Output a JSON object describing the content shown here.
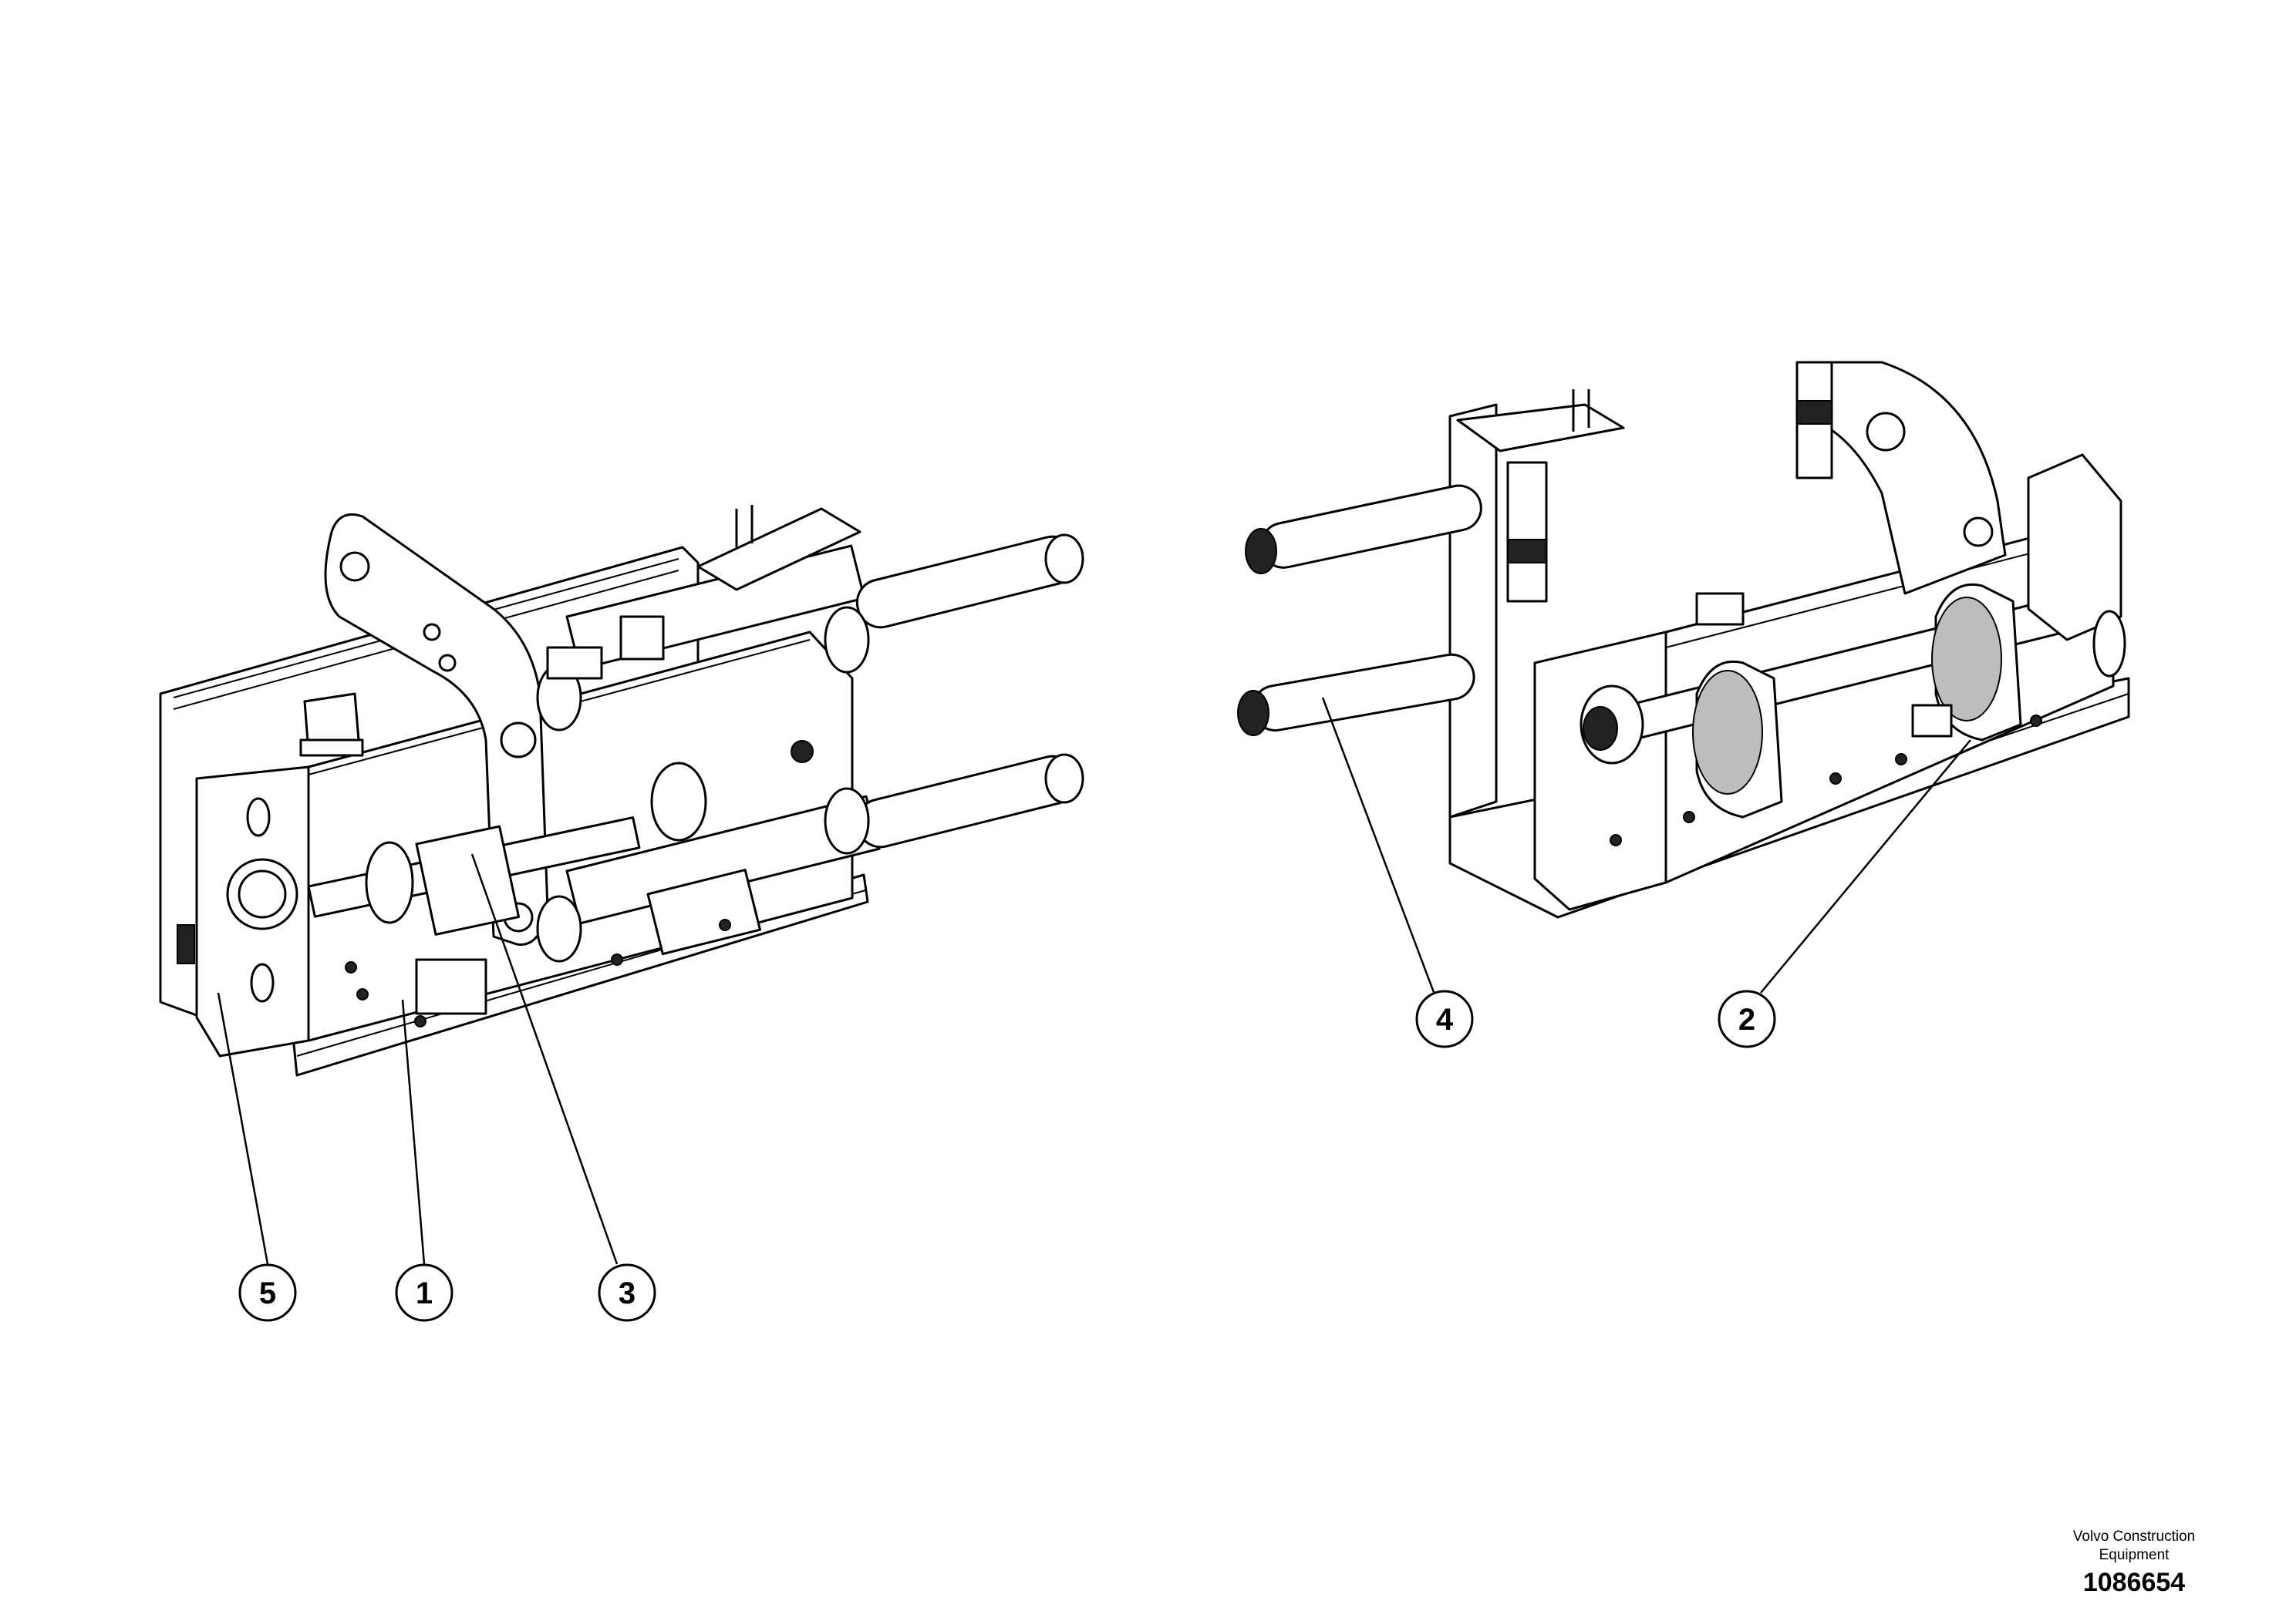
{
  "callouts": [
    {
      "id": "callout-1",
      "label": "1"
    },
    {
      "id": "callout-2",
      "label": "2"
    },
    {
      "id": "callout-3",
      "label": "3"
    },
    {
      "id": "callout-4",
      "label": "4"
    },
    {
      "id": "callout-5",
      "label": "5"
    }
  ],
  "footer": {
    "company": "Volvo Construction Equipment",
    "document_number": "1086654"
  }
}
